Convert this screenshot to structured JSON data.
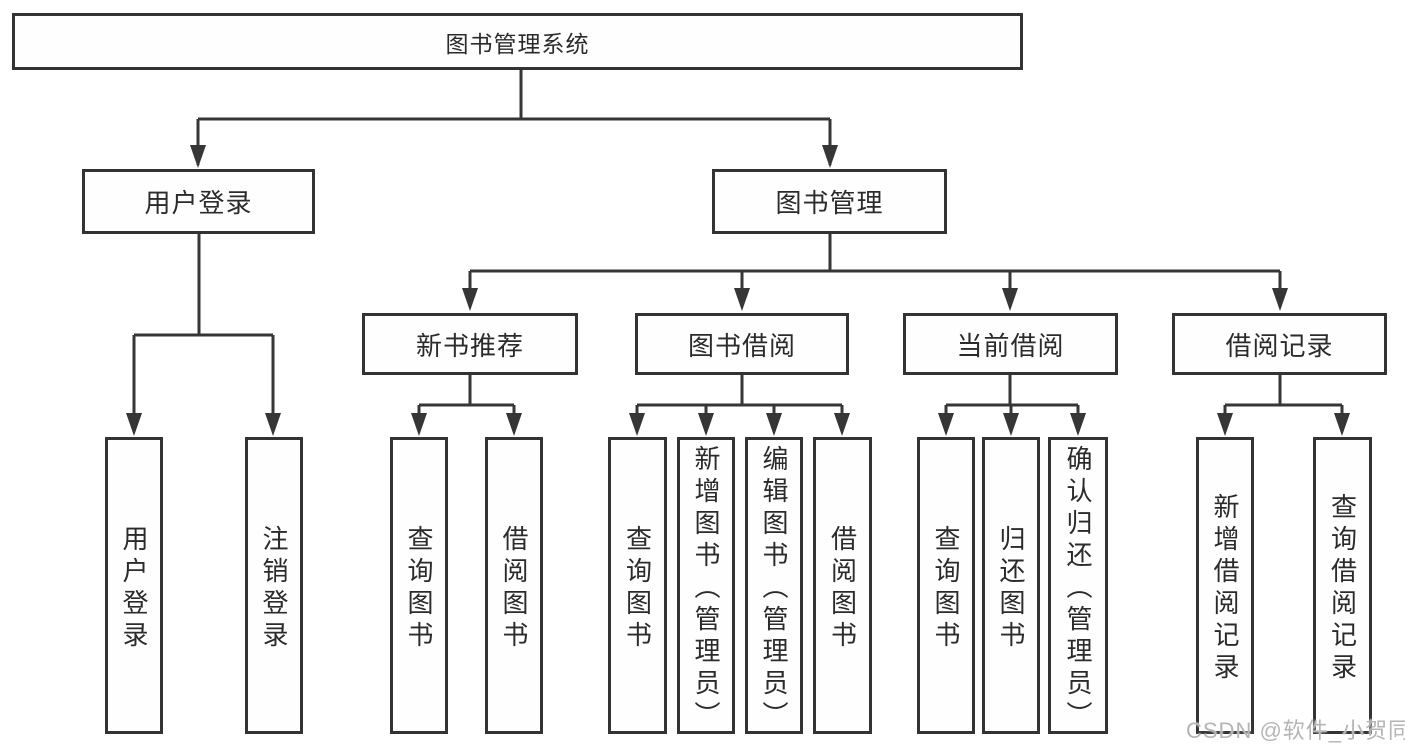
{
  "diagram": {
    "root_label": "图书管理系统",
    "user_branch": {
      "label": "用户登录",
      "leaves": [
        "用户登录",
        "注销登录"
      ]
    },
    "mgmt_branch": {
      "label": "图书管理",
      "groups": [
        {
          "label": "新书推荐",
          "leaves": [
            "查询图书",
            "借阅图书"
          ]
        },
        {
          "label": "图书借阅",
          "leaves": [
            "查询图书",
            "新增图书（管理员）",
            "编辑图书（管理员）",
            "借阅图书"
          ]
        },
        {
          "label": "当前借阅",
          "leaves": [
            "查询图书",
            "归还图书",
            "确认归还（管理员）"
          ]
        },
        {
          "label": "借阅记录",
          "leaves": [
            "新增借阅记录",
            "查询借阅记录"
          ]
        }
      ]
    }
  },
  "watermark": {
    "text": "CSDN @软件_小贺同学",
    "color": "#b5b5b5"
  },
  "colors": {
    "background": "#ffffff",
    "line": "#363636",
    "box_border": "#333333",
    "text": "#2b2b2b"
  }
}
